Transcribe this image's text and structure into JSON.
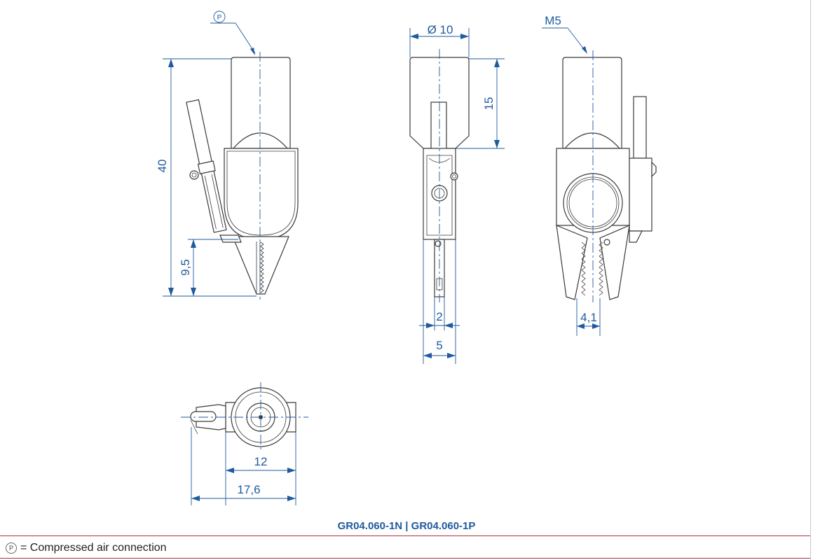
{
  "drawing": {
    "callouts": {
      "pressure_port": "P",
      "thread": "M5"
    },
    "dimensions": {
      "diameter": "Ø 10",
      "upper_height": "15",
      "total_height": "40",
      "tip_length": "9,5",
      "finger_width": "2",
      "finger_span": "5",
      "opening": "4,1",
      "body_width": "12",
      "total_width": "17,6"
    },
    "colors": {
      "dimension": "#1f5a9e",
      "outline": "#3a3a3a",
      "rule": "#b03040"
    }
  },
  "caption": {
    "model": "GR04.060-1N  |  GR04.060-1P"
  },
  "legend": {
    "symbol": "P",
    "text": "= Compressed air connection"
  }
}
